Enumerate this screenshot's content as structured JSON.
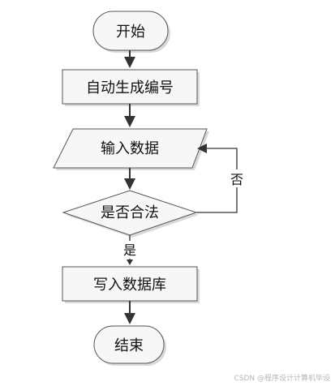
{
  "nodes": {
    "start": "开始",
    "generate_id": "自动生成编号",
    "input_data": "输入数据",
    "is_valid": "是否合法",
    "write_db": "写入数据库",
    "end": "结束"
  },
  "edges": {
    "yes_label": "是",
    "no_label": "否"
  },
  "watermark": "CSDN @程序设计计算机毕设",
  "colors": {
    "node_fill": "#f7f7f7",
    "node_stroke": "#555555",
    "connector": "#333333"
  }
}
